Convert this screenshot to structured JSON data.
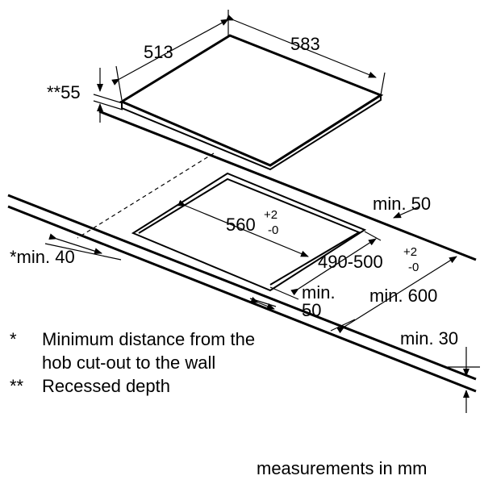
{
  "dimensions": {
    "width": "513",
    "length": "583",
    "recess": "**55",
    "cutout_width": "560",
    "cutout_width_tol_plus": "+2",
    "cutout_width_tol_minus": "-0",
    "cutout_depth": "490-500",
    "cutout_depth_tol_plus": "+2",
    "cutout_depth_tol_minus": "-0",
    "min_back": "min. 50",
    "min_wall": "*min. 40",
    "min_front_1": "min.",
    "min_front_2": "50",
    "min_worktop_depth": "min. 600",
    "min_thickness": "min. 30"
  },
  "notes": [
    {
      "mark": "*",
      "text": "Minimum distance from the"
    },
    {
      "mark": "",
      "text": "hob cut-out to the wall"
    },
    {
      "mark": "**",
      "text": "Recessed depth"
    }
  ],
  "footer": "measurements in mm"
}
